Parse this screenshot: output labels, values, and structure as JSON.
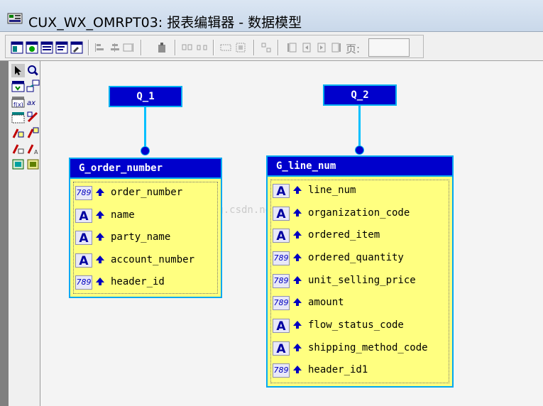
{
  "window": {
    "title": "CUX_WX_OMRPT03: 报表编辑器 - 数据模型"
  },
  "toolbar": {
    "page_label": "页:",
    "page_value": ""
  },
  "watermark": "http://blog.csdn.net/PanXianBill",
  "queries": [
    {
      "name": "Q_1"
    },
    {
      "name": "Q_2"
    }
  ],
  "groups": [
    {
      "name": "G_order_number",
      "columns": [
        {
          "type": "number",
          "name": "order_number"
        },
        {
          "type": "char",
          "name": "name"
        },
        {
          "type": "char",
          "name": "party_name"
        },
        {
          "type": "char",
          "name": "account_number"
        },
        {
          "type": "number",
          "name": "header_id"
        }
      ]
    },
    {
      "name": "G_line_num",
      "columns": [
        {
          "type": "char",
          "name": "line_num"
        },
        {
          "type": "char",
          "name": "organization_code"
        },
        {
          "type": "char",
          "name": "ordered_item"
        },
        {
          "type": "number",
          "name": "ordered_quantity"
        },
        {
          "type": "number",
          "name": "unit_selling_price"
        },
        {
          "type": "number",
          "name": "amount"
        },
        {
          "type": "char",
          "name": "flow_status_code"
        },
        {
          "type": "char",
          "name": "shipping_method_code"
        },
        {
          "type": "number",
          "name": "header_id1"
        }
      ]
    }
  ],
  "icons": {
    "char": "A",
    "number": "789"
  },
  "colors": {
    "header_bg": "#0000cc",
    "group_bg": "#ffff80",
    "accent": "#00a8f0"
  }
}
